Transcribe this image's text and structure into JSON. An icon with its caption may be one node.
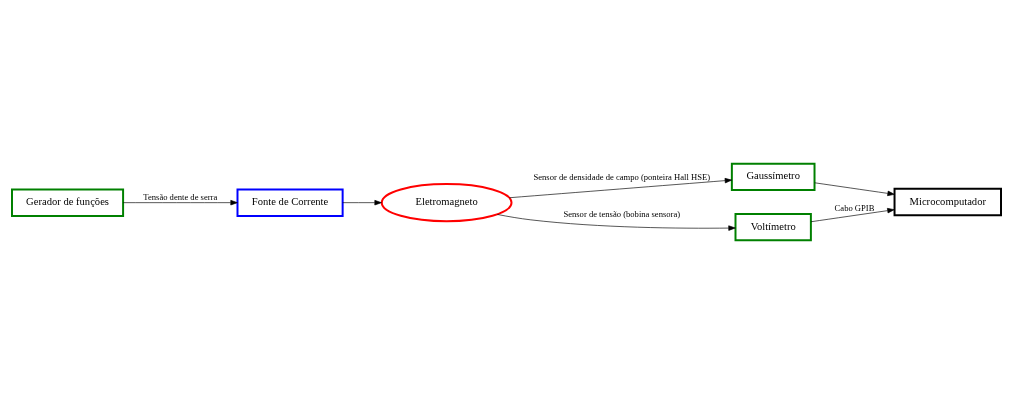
{
  "diagram": {
    "nodes": [
      {
        "text": [
          "Gerador de funções"
        ]
      },
      {
        "text": [
          "Fonte de Corrente"
        ]
      },
      {
        "text": [
          "Eletromagneto"
        ]
      },
      {
        "text": [
          "Microcomputador"
        ]
      },
      {
        "text": [
          "Gaussímetro"
        ]
      },
      {
        "text": [
          "Voltímetro"
        ]
      }
    ],
    "edges": [
      {
        "from": 0,
        "to": 1,
        "arrow": "to",
        "label": "Tensão dente de serra"
      },
      {
        "from": 1,
        "to": 2,
        "arrow": "to"
      },
      {
        "from": 2,
        "to": 4,
        "arrow": "to",
        "label": "Sensor de densidade de campo (ponteira Hall HSE)"
      },
      {
        "from": 2,
        "to": 5,
        "arrow": "to",
        "label": "Sensor de tensão (bobina sensora)"
      },
      {
        "from": 4,
        "to": 3,
        "arrow": "to"
      },
      {
        "from": 5,
        "to": 3,
        "arrow": "to",
        "label": "Cabo GPIB"
      }
    ]
  }
}
